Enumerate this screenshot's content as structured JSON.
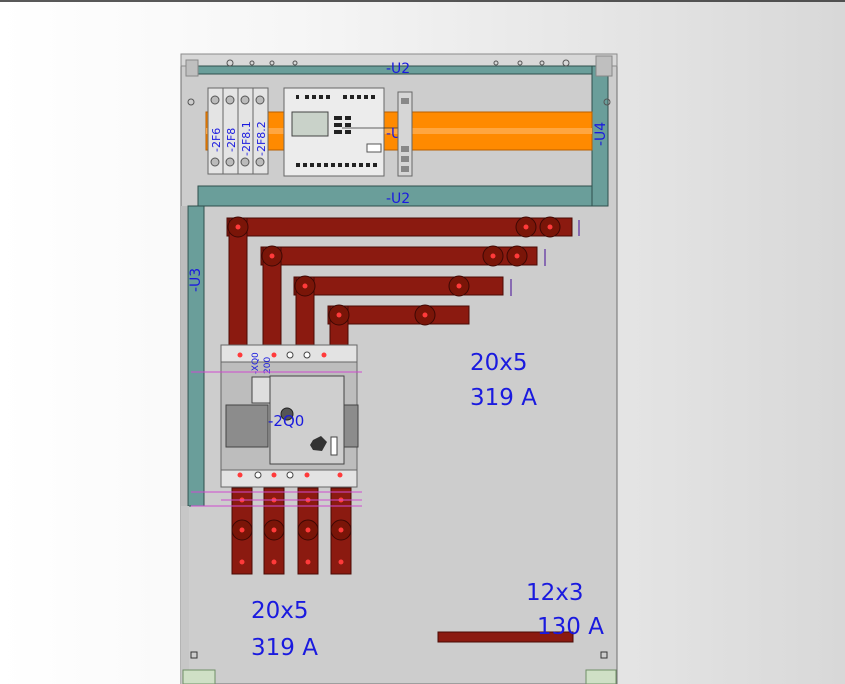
{
  "colors": {
    "background": "#ffffff",
    "panel": "#cfcfcf",
    "rail_frame": "#6a9e9a",
    "din_rail": "#ff8a00",
    "busbar": "#8b1a10",
    "busbar_dot": "#ff3a3a",
    "label": "#1a1adf",
    "wire": "#d04ad0"
  },
  "labels": {
    "u2_top": "-U2",
    "u2_bottom": "-U2",
    "u3": "-U3",
    "u4": "-U4",
    "u6": "-U6",
    "q0": "-2Q0",
    "q0_small_1": "-XQ0",
    "q0_small_2": "200",
    "f6": "-2F6",
    "f8": "-2F8",
    "f8_1": "-2F8.1",
    "f8_2": "-2F8.2"
  },
  "annotations": {
    "busbar_upper_size": "20x5",
    "busbar_upper_current": "319 A",
    "busbar_lower_size": "20x5",
    "busbar_lower_current": "319 A",
    "busbar_small_size": "12x3",
    "busbar_small_current": "130 A"
  },
  "icons": [
    "fuse-icon",
    "controller-icon",
    "circuit-breaker-icon",
    "terminal-block-icon"
  ]
}
